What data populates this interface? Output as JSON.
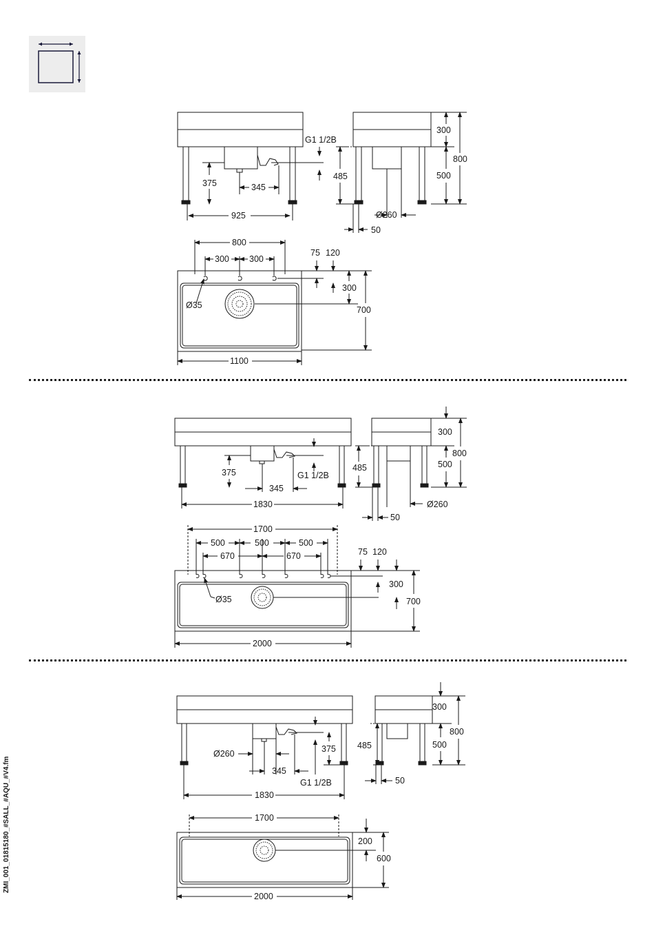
{
  "document": {
    "side_label": "ZMI_001_01815180_#SALL_#AQU_#V4.fm",
    "dimension_icon": "dimensions-icon"
  },
  "variant1": {
    "front": {
      "d375": "375",
      "d345": "345",
      "d925": "925",
      "conn": "G1 1/2B"
    },
    "side": {
      "d300": "300",
      "d500": "500",
      "d800": "800",
      "d485": "485",
      "d260": "Ø260",
      "d50": "50"
    },
    "top": {
      "d800": "800",
      "d300a": "300",
      "d300b": "300",
      "d75": "75",
      "d120": "120",
      "d300c": "300",
      "d35": "Ø35",
      "d700": "700",
      "d1100": "1100"
    }
  },
  "variant2": {
    "front": {
      "d375": "375",
      "conn": "G1 1/2B",
      "d345": "345",
      "d1830": "1830"
    },
    "side": {
      "d300": "300",
      "d800": "800",
      "d500": "500",
      "d485": "485",
      "d50": "50",
      "d260": "Ø260"
    },
    "top": {
      "d1700": "1700",
      "d500a": "500",
      "d500b": "500",
      "d500c": "500",
      "d670a": "670",
      "d670b": "670",
      "d75": "75",
      "d120": "120",
      "d300": "300",
      "d35": "Ø35",
      "d700": "700",
      "d2000": "2000"
    }
  },
  "variant3": {
    "front": {
      "d260": "Ø260",
      "d375": "375",
      "d345": "345",
      "conn": "G1 1/2B",
      "d1830": "1830"
    },
    "side": {
      "d300": "300",
      "d800": "800",
      "d485": "485",
      "d500": "500",
      "d50": "50"
    },
    "top": {
      "d1700": "1700",
      "d200": "200",
      "d600": "600",
      "d2000": "2000"
    }
  },
  "colors": {
    "line": "#1a1a1a",
    "icon_bg": "#ededed"
  }
}
